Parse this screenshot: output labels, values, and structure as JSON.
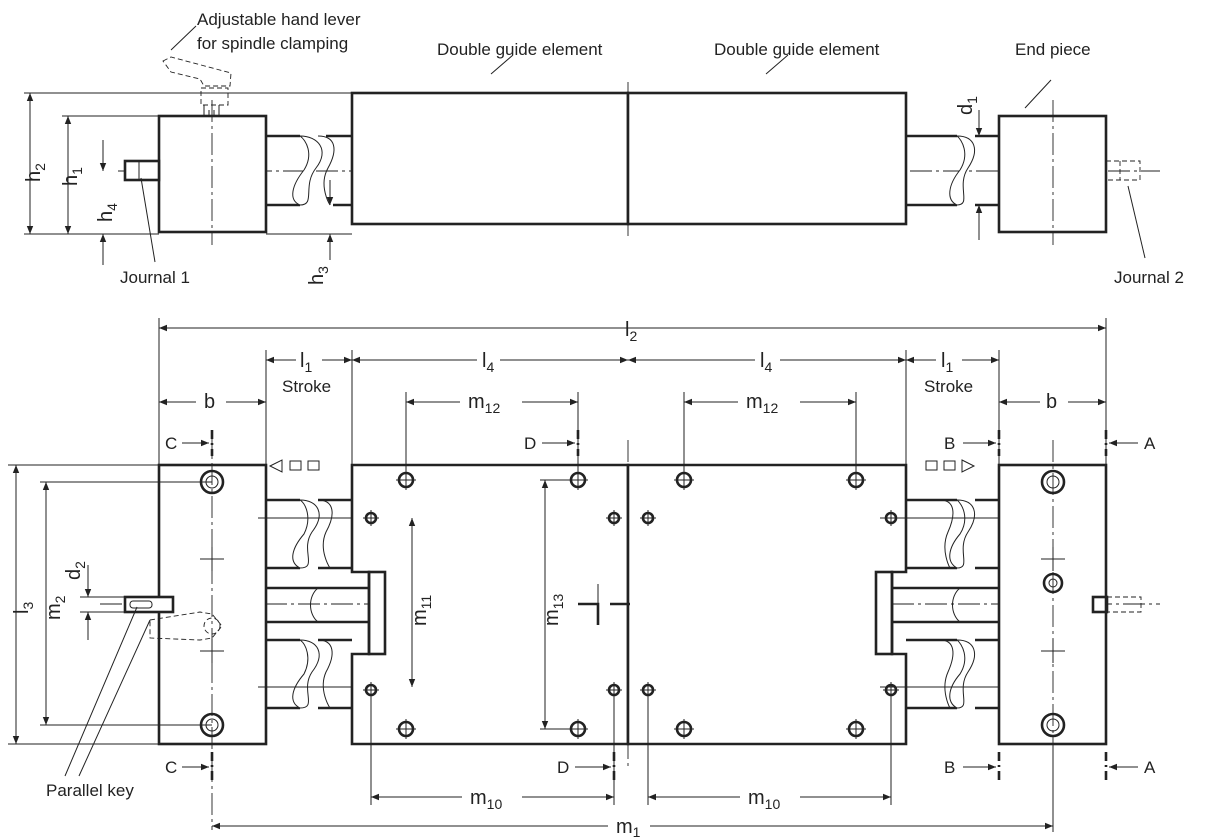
{
  "labels": {
    "hand_lever_line1": "Adjustable hand lever",
    "hand_lever_line2": "for spindle clamping",
    "double_guide_1": "Double guide element",
    "double_guide_2": "Double guide element",
    "end_piece": "End piece",
    "journal_1": "Journal 1",
    "journal_2": "Journal 2",
    "parallel_key": "Parallel key",
    "stroke_left": "Stroke",
    "stroke_right": "Stroke"
  },
  "dimensions": {
    "h2": {
      "base": "h",
      "sub": "2"
    },
    "h1": {
      "base": "h",
      "sub": "1"
    },
    "h4": {
      "base": "h",
      "sub": "4"
    },
    "h3": {
      "base": "h",
      "sub": "3"
    },
    "d1": {
      "base": "d",
      "sub": "1"
    },
    "l2": {
      "base": "l",
      "sub": "2"
    },
    "l1_left": {
      "base": "l",
      "sub": "1"
    },
    "l1_right": {
      "base": "l",
      "sub": "1"
    },
    "l4_left": {
      "base": "l",
      "sub": "4"
    },
    "l4_right": {
      "base": "l",
      "sub": "4"
    },
    "b_left": "b",
    "b_right": "b",
    "m12_left": {
      "base": "m",
      "sub": "12"
    },
    "m12_right": {
      "base": "m",
      "sub": "12"
    },
    "l3": {
      "base": "l",
      "sub": "3"
    },
    "m2": {
      "base": "m",
      "sub": "2"
    },
    "d2": {
      "base": "d",
      "sub": "2"
    },
    "m11": {
      "base": "m",
      "sub": "11"
    },
    "m13": {
      "base": "m",
      "sub": "13"
    },
    "m10_left": {
      "base": "m",
      "sub": "10"
    },
    "m10_right": {
      "base": "m",
      "sub": "10"
    },
    "m1": {
      "base": "m",
      "sub": "1"
    }
  },
  "sections": {
    "c_top": "C",
    "c_bottom": "C",
    "d_top": "D",
    "d_bottom": "D",
    "b_top": "B",
    "b_bottom": "B",
    "a_top": "A",
    "a_bottom": "A"
  }
}
